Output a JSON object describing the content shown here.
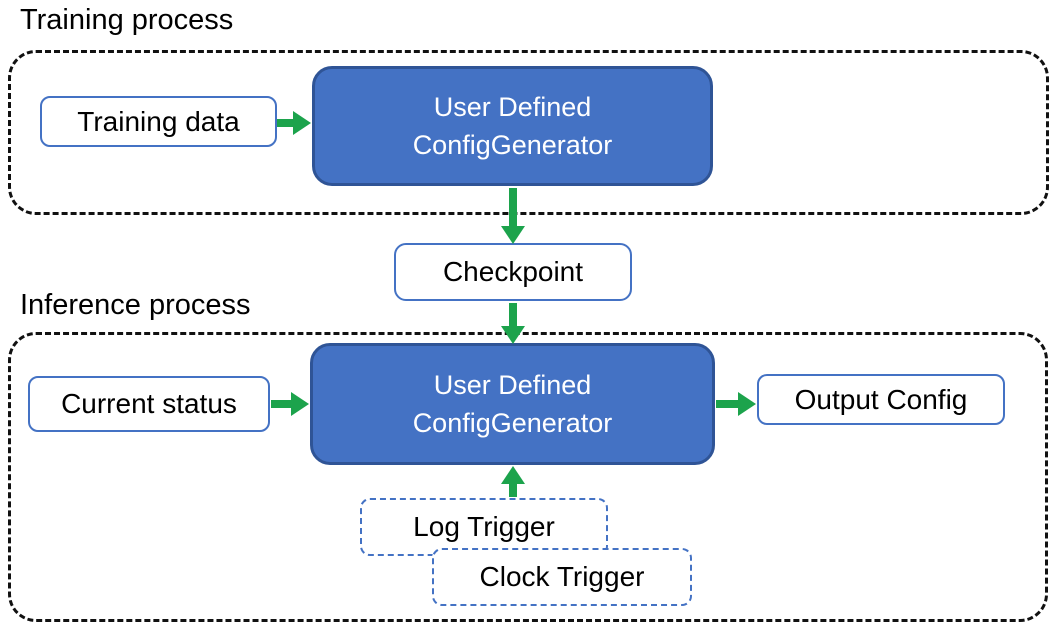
{
  "colors": {
    "accent_blue": "#4472C4",
    "generator_border": "#2F5496",
    "arrow_green": "#1CA34C",
    "outline_black": "#111111"
  },
  "sections": {
    "training": {
      "label": "Training process"
    },
    "inference": {
      "label": "Inference process"
    }
  },
  "training": {
    "input_label": "Training data",
    "generator_line1": "User Defined",
    "generator_line2": "ConfigGenerator"
  },
  "checkpoint": {
    "label": "Checkpoint"
  },
  "inference": {
    "input_label": "Current status",
    "generator_line1": "User Defined",
    "generator_line2": "ConfigGenerator",
    "output_label": "Output Config",
    "triggers": [
      "Log Trigger",
      "Clock Trigger"
    ]
  }
}
